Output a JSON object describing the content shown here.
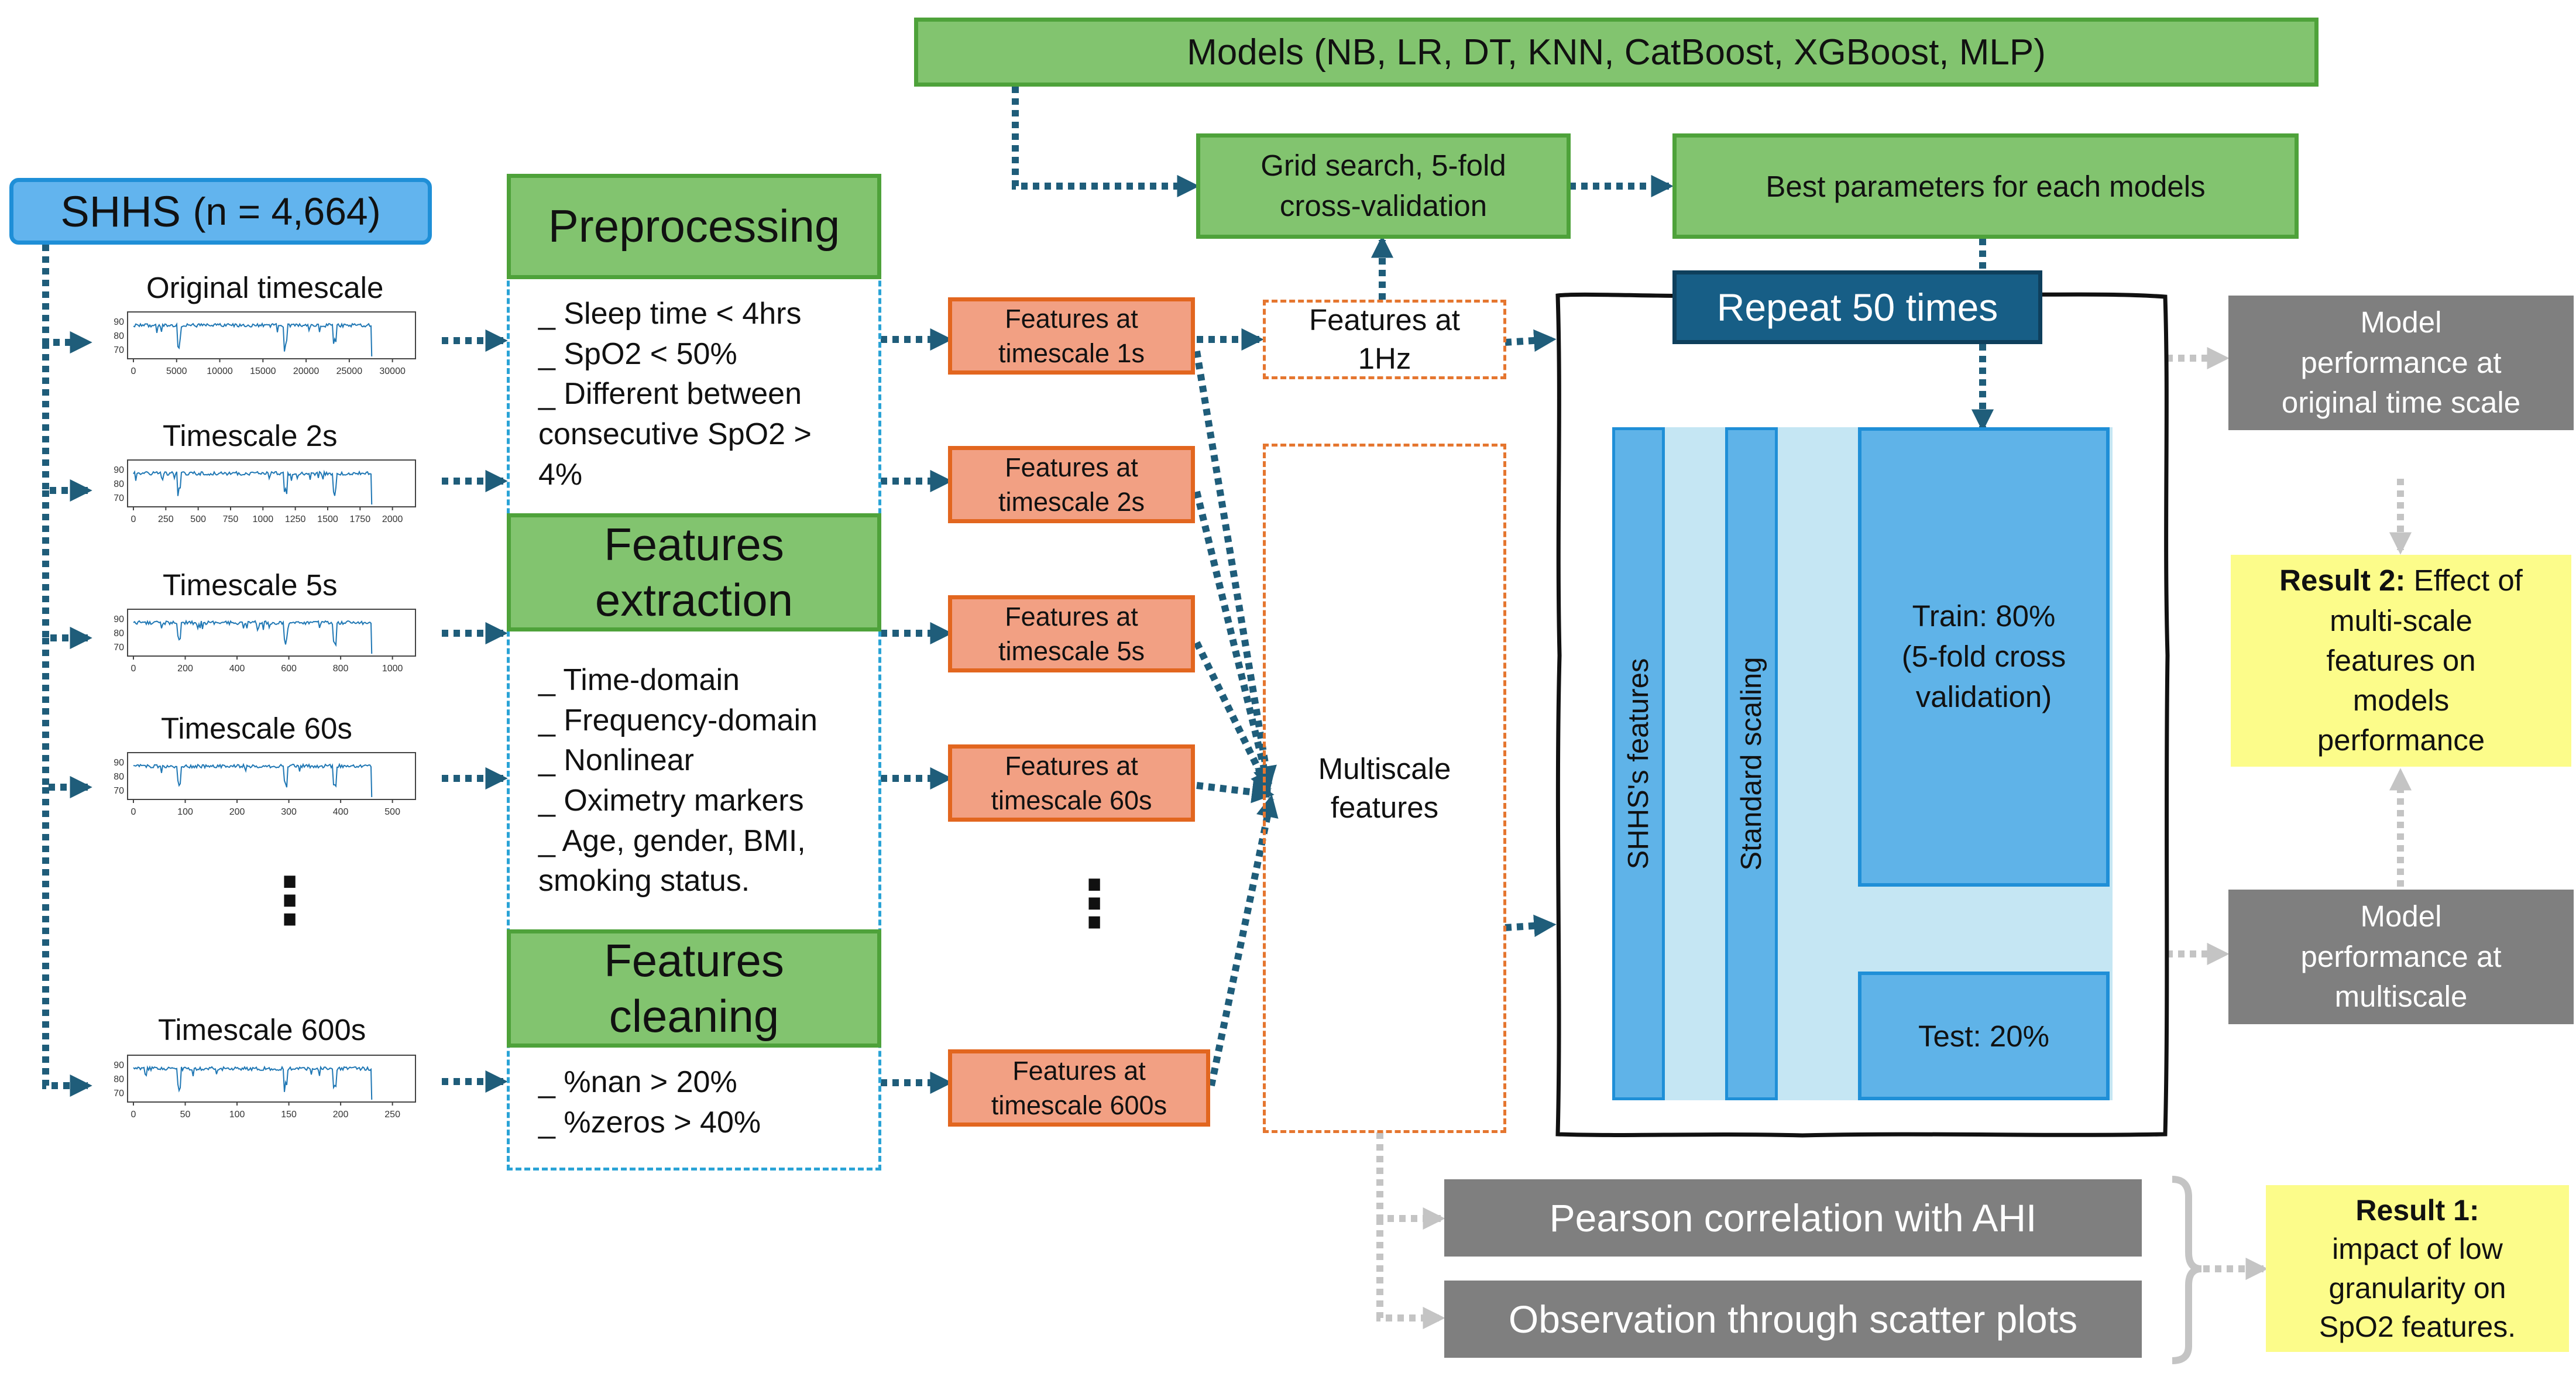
{
  "source": {
    "label": "SHHS",
    "count": "(n = 4,664)"
  },
  "timescales": [
    {
      "title": "Original timescale",
      "xticks": [
        "0",
        "5000",
        "10000",
        "15000",
        "20000",
        "25000",
        "30000"
      ]
    },
    {
      "title": "Timescale 2s",
      "xticks": [
        "0",
        "250",
        "500",
        "750",
        "1000",
        "1250",
        "1500",
        "1750",
        "2000"
      ]
    },
    {
      "title": "Timescale 5s",
      "xticks": [
        "0",
        "200",
        "400",
        "600",
        "800",
        "1000"
      ]
    },
    {
      "title": "Timescale 60s",
      "xticks": [
        "0",
        "100",
        "200",
        "300",
        "400",
        "500"
      ]
    },
    {
      "title": "Timescale 600s",
      "xticks": [
        "0",
        "50",
        "100",
        "150",
        "200",
        "250"
      ]
    }
  ],
  "yticks": [
    "90",
    "80",
    "70"
  ],
  "ellipsis": "⋮",
  "preprocessing": {
    "title": "Preprocessing",
    "items": [
      "_ Sleep time < 4hrs",
      "_ SpO2 < 50%",
      "_ Different between",
      "consecutive SpO2 >",
      "4%"
    ]
  },
  "features_extraction": {
    "title_line1": "Features",
    "title_line2": "extraction",
    "items": [
      "_ Time-domain",
      "_ Frequency-domain",
      "_ Nonlinear",
      "_ Oximetry markers",
      "_ Age, gender, BMI,",
      "smoking status."
    ]
  },
  "features_cleaning": {
    "title_line1": "Features",
    "title_line2": "cleaning",
    "items": [
      "_ %nan > 20%",
      "_ %zeros > 40%"
    ]
  },
  "feature_boxes": [
    {
      "line1": "Features at",
      "line2": "timescale 1s"
    },
    {
      "line1": "Features at",
      "line2": "timescale 2s"
    },
    {
      "line1": "Features at",
      "line2": "timescale 5s"
    },
    {
      "line1": "Features at",
      "line2": "timescale 60s"
    },
    {
      "line1": "Features at",
      "line2": "timescale 600s"
    }
  ],
  "features_1hz": {
    "line1": "Features at",
    "line2": "1Hz"
  },
  "multiscale": {
    "line1": "Multiscale",
    "line2": "features"
  },
  "models": "Models (NB, LR, DT, KNN, CatBoost, XGBoost, MLP)",
  "grid_search": {
    "line1": "Grid search, 5-fold",
    "line2": "cross-validation"
  },
  "best_params": "Best parameters for each models",
  "repeat": "Repeat 50 times",
  "shhs_features": "SHHS's features",
  "standard_scaling": "Standard scaling",
  "train": {
    "line1": "Train: 80%",
    "line2": "(5-fold cross",
    "line3": "validation)"
  },
  "test": "Test: 20%",
  "perf_original": {
    "line1": "Model",
    "line2": "performance at",
    "line3": "original time scale"
  },
  "perf_multi": {
    "line1": "Model",
    "line2": "performance at",
    "line3": "multiscale"
  },
  "result2": {
    "bold": "Result 2:",
    "rest1": " Effect of",
    "rest2": "multi-scale",
    "rest3": "features on",
    "rest4": "models",
    "rest5": "performance"
  },
  "pearson": "Pearson correlation with AHI",
  "scatter": "Observation through scatter plots",
  "result1": {
    "bold": "Result 1:",
    "line2": "impact of low",
    "line3": "granularity on",
    "line4": "SpO2 features."
  },
  "colors": {
    "green": "#82c46f",
    "salmon": "#f2a083",
    "grey": "#7f7f7f",
    "yellow": "#fcfc8a",
    "blue": "#5fb3e8",
    "navy": "#1f5d7a"
  }
}
